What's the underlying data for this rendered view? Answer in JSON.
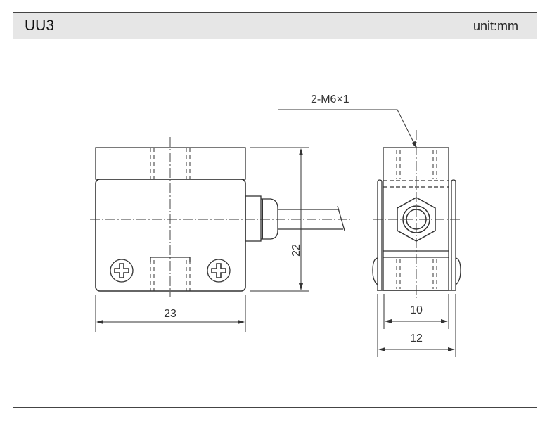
{
  "header": {
    "title": "UU3",
    "unit": "unit:mm"
  },
  "drawing": {
    "thread_callout": "2-M6×1",
    "dimensions": {
      "height": "22",
      "width": "23",
      "inner_depth": "10",
      "outer_depth": "12"
    }
  }
}
